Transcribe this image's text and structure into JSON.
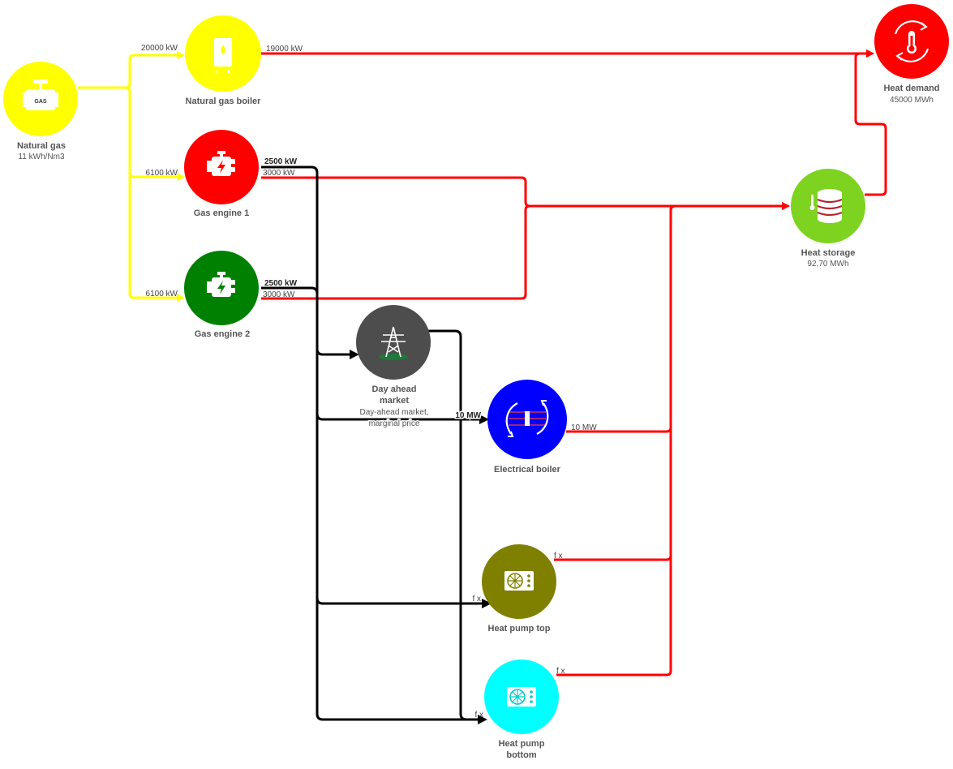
{
  "colors": {
    "gas": "#ffff00",
    "heat": "#ff0000",
    "electric": "#000000",
    "engine2": "#008000",
    "market": "#4d4d4d",
    "eboiler": "#0000ff",
    "hp_top": "#808000",
    "hp_bottom": "#00ffff",
    "storage": "#7ed321"
  },
  "nodes": {
    "natural_gas": {
      "label": "Natural gas",
      "sub": "11 kWh/Nm3",
      "icon": "gas-valve-icon"
    },
    "gas_boiler": {
      "label": "Natural gas boiler",
      "icon": "boiler-icon"
    },
    "gas_engine_1": {
      "label": "Gas engine 1",
      "icon": "engine-icon"
    },
    "gas_engine_2": {
      "label": "Gas engine 2",
      "icon": "engine-icon"
    },
    "market": {
      "label_line1": "Day ahead",
      "label_line2": "market",
      "sub1": "Day-ahead market,",
      "sub2": "marginal price",
      "icon": "power-tower-icon"
    },
    "eboiler": {
      "label": "Electrical boiler",
      "icon": "electric-boiler-icon"
    },
    "hp_top": {
      "label": "Heat pump top",
      "icon": "heat-pump-icon"
    },
    "hp_bottom": {
      "label_line1": "Heat pump",
      "label_line2": "bottom",
      "icon": "heat-pump-icon"
    },
    "storage": {
      "label": "Heat storage",
      "sub": "92,70 MWh",
      "icon": "storage-tank-icon"
    },
    "demand": {
      "label": "Heat demand",
      "sub": "45000 MWh",
      "icon": "thermometer-cycle-icon"
    }
  },
  "edges": {
    "gas_to_boiler": "20000 kW",
    "gas_to_engine1": "6100 kW",
    "gas_to_engine2": "6100 kW",
    "boiler_heat": "19000 kW",
    "engine1_power": "2500 kW",
    "engine1_heat": "3000 kW",
    "engine2_power": "2500 kW",
    "engine2_heat": "3000 kW",
    "eboiler_in": "10 MW",
    "eboiler_out": "10 MW",
    "hp_top_in": "f x",
    "hp_top_out": "f x",
    "hp_bottom_in": "f x",
    "hp_bottom_out": "f x"
  }
}
